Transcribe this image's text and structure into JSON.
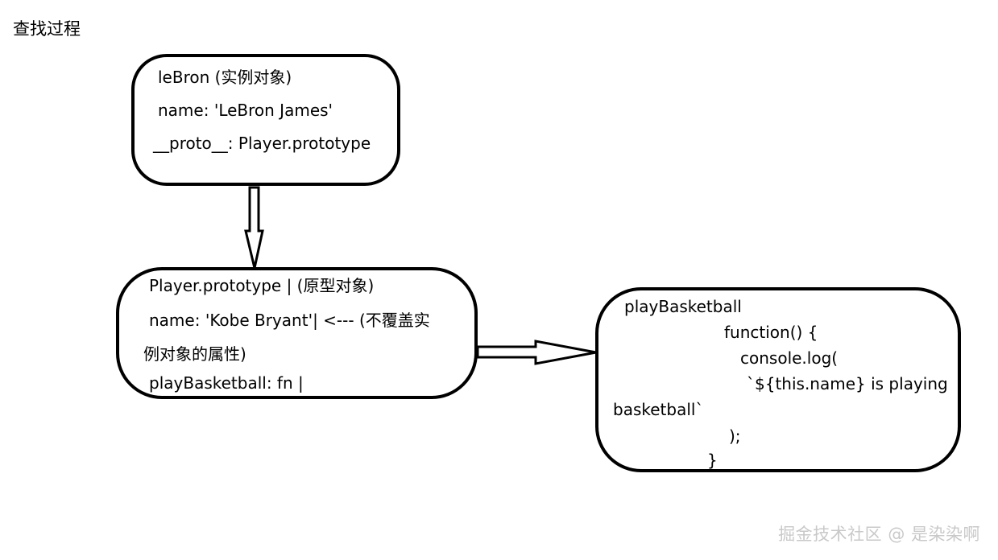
{
  "title": "查找过程",
  "nodes": {
    "instance": {
      "lines": [
        "leBron (实例对象)",
        "name: 'LeBron James'",
        "__proto__: Player.prototype"
      ]
    },
    "prototype": {
      "lines": [
        "Player.prototype  | (原型对象)",
        "name: 'Kobe Bryant'|  <--- (不覆盖实",
        "例对象的属性)",
        "playBasketball: fn |"
      ]
    },
    "method": {
      "lines": [
        "playBasketball",
        "function() {",
        "console.log(",
        "`${this.name} is playing",
        "basketball`",
        ");",
        "}"
      ]
    }
  },
  "watermark": "掘金技术社区 @ 是染染啊"
}
